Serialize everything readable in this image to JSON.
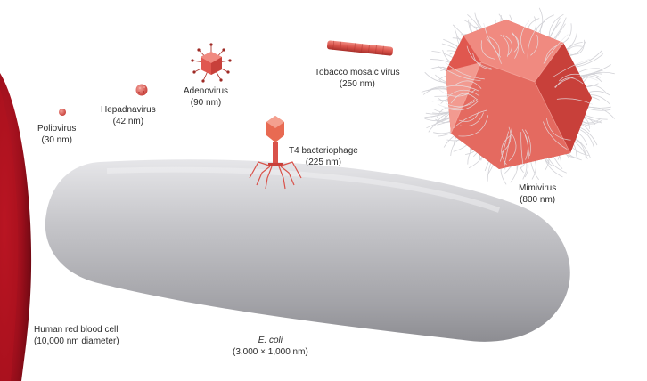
{
  "figure": {
    "items": [
      {
        "key": "rbc",
        "name": "Human red blood cell",
        "size": "(10,000 nm diameter)",
        "color": "#9e0f1c"
      },
      {
        "key": "polio",
        "name": "Poliovirus",
        "size": "(30 nm)",
        "color": "#e0574f"
      },
      {
        "key": "hepadna",
        "name": "Hepadnavirus",
        "size": "(42 nm)",
        "color": "#d9524a"
      },
      {
        "key": "adeno",
        "name": "Adenovirus",
        "size": "(90 nm)",
        "color": "#e0574f"
      },
      {
        "key": "tmv",
        "name": "Tobacco mosaic virus",
        "size": "(250 nm)",
        "color": "#d9524a"
      },
      {
        "key": "t4",
        "name": "T4 bacteriophage",
        "size": "(225 nm)",
        "color": "#e86a52"
      },
      {
        "key": "mimi",
        "name": "Mimivirus",
        "size": "(800 nm)",
        "color": "#e0574f"
      },
      {
        "key": "ecoli",
        "name": "E. coli",
        "size": "(3,000 × 1,000 nm)",
        "color": "#b9b9bd"
      }
    ]
  }
}
